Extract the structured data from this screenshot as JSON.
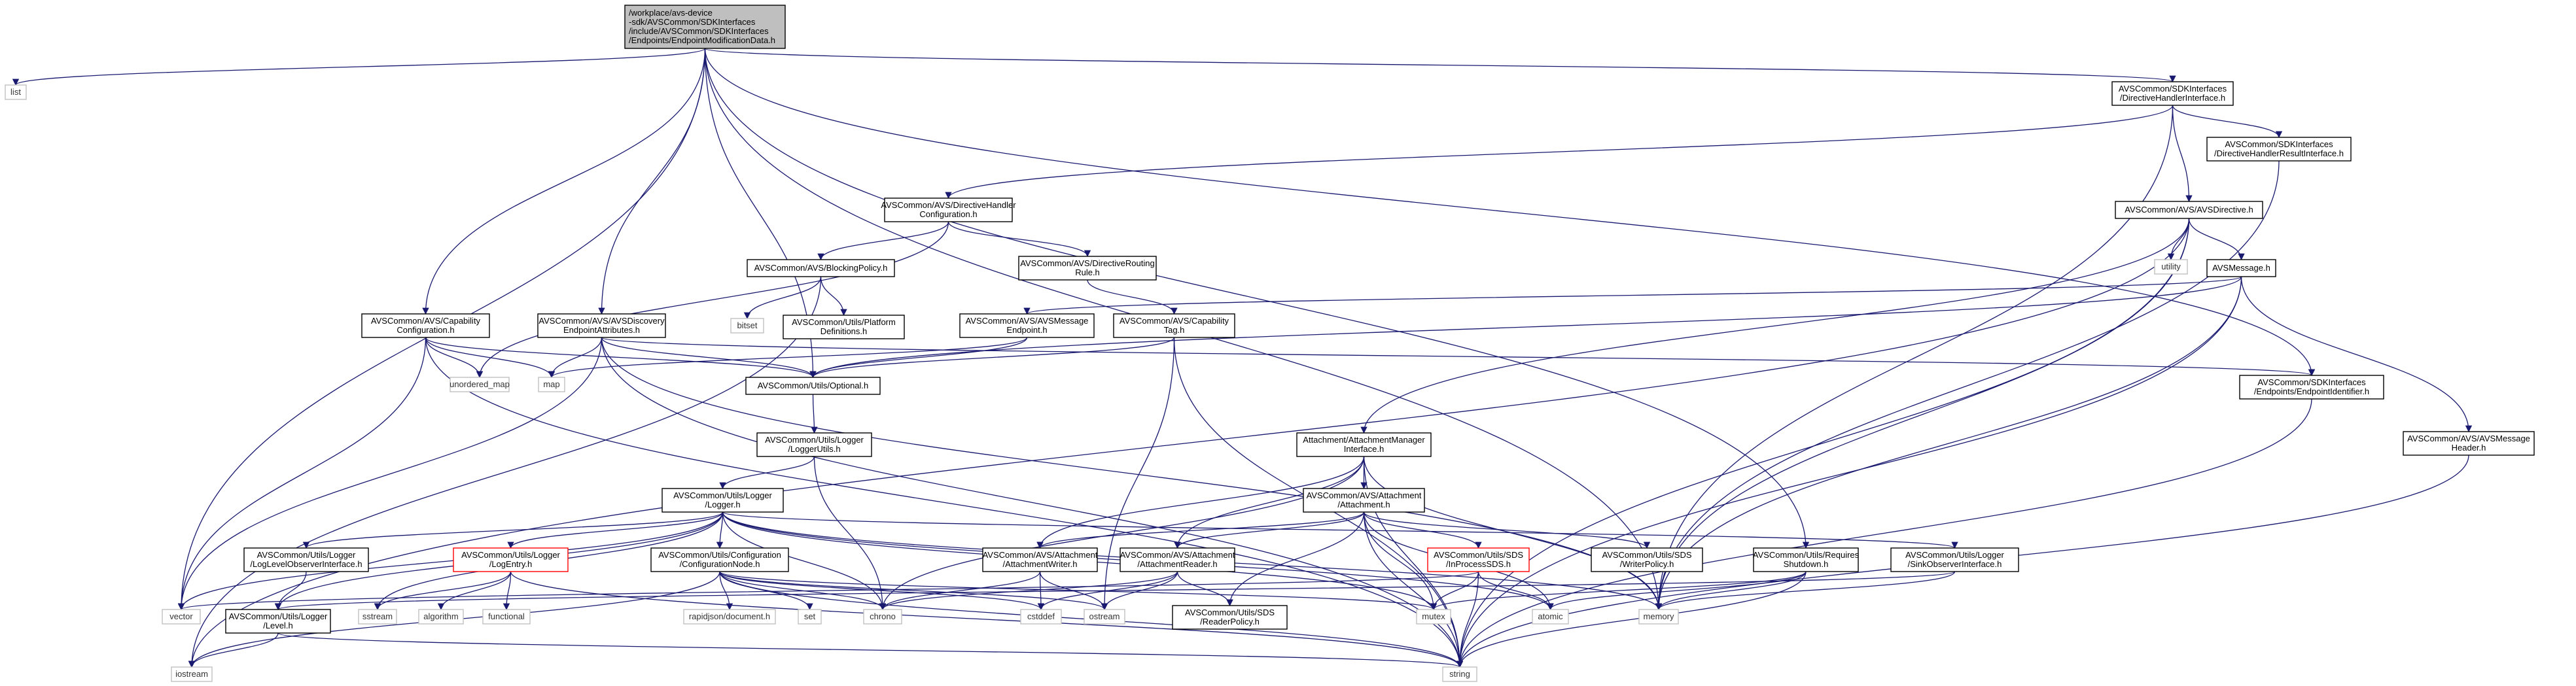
{
  "nodes": [
    {
      "id": "root",
      "lines": [
        "/workplace/avs-device",
        "-sdk/AVSCommon/SDKInterfaces",
        "/include/AVSCommon/SDKInterfaces",
        "/Endpoints/EndpointModificationData.h"
      ],
      "kind": "root"
    },
    {
      "id": "list",
      "lines": [
        "list"
      ],
      "kind": "std"
    },
    {
      "id": "vector",
      "lines": [
        "vector"
      ],
      "kind": "std"
    },
    {
      "id": "capcfg",
      "lines": [
        "AVSCommon/AVS/Capability",
        "Configuration.h"
      ],
      "kind": "normal"
    },
    {
      "id": "discattr",
      "lines": [
        "AVSCommon/AVS/AVSDiscovery",
        "EndpointAttributes.h"
      ],
      "kind": "normal"
    },
    {
      "id": "optional",
      "lines": [
        "AVSCommon/Utils/Optional.h"
      ],
      "kind": "normal"
    },
    {
      "id": "memory",
      "lines": [
        "memory"
      ],
      "kind": "std"
    },
    {
      "id": "reqshut",
      "lines": [
        "AVSCommon/Utils/Requires",
        "Shutdown.h"
      ],
      "kind": "normal"
    },
    {
      "id": "dhi",
      "lines": [
        "AVSCommon/SDKInterfaces",
        "/DirectiveHandlerInterface.h"
      ],
      "kind": "normal"
    },
    {
      "id": "dhri",
      "lines": [
        "AVSCommon/SDKInterfaces",
        "/DirectiveHandlerResultInterface.h"
      ],
      "kind": "normal"
    },
    {
      "id": "avsdir",
      "lines": [
        "AVSCommon/AVS/AVSDirective.h"
      ],
      "kind": "normal"
    },
    {
      "id": "dhcfg",
      "lines": [
        "AVSCommon/AVS/DirectiveHandler",
        "Configuration.h"
      ],
      "kind": "normal"
    },
    {
      "id": "blocking",
      "lines": [
        "AVSCommon/AVS/BlockingPolicy.h"
      ],
      "kind": "normal"
    },
    {
      "id": "routing",
      "lines": [
        "AVSCommon/AVS/DirectiveRouting",
        "Rule.h"
      ],
      "kind": "normal"
    },
    {
      "id": "bitset",
      "lines": [
        "bitset"
      ],
      "kind": "std"
    },
    {
      "id": "platform",
      "lines": [
        "AVSCommon/Utils/Platform",
        "Definitions.h"
      ],
      "kind": "normal"
    },
    {
      "id": "captag",
      "lines": [
        "AVSCommon/AVS/Capability",
        "Tag.h"
      ],
      "kind": "normal"
    },
    {
      "id": "avsmsgep",
      "lines": [
        "AVSCommon/AVS/AVSMessage",
        "Endpoint.h"
      ],
      "kind": "normal"
    },
    {
      "id": "avsmsg",
      "lines": [
        "AVSMessage.h"
      ],
      "kind": "normal"
    },
    {
      "id": "utility",
      "lines": [
        "utility"
      ],
      "kind": "std"
    },
    {
      "id": "endpointid",
      "lines": [
        "AVSCommon/SDKInterfaces",
        "/Endpoints/EndpointIdentifier.h"
      ],
      "kind": "normal"
    },
    {
      "id": "avsmsghdr",
      "lines": [
        "AVSCommon/AVS/AVSMessage",
        "Header.h"
      ],
      "kind": "normal"
    },
    {
      "id": "unordered",
      "lines": [
        "unordered_map"
      ],
      "kind": "std"
    },
    {
      "id": "map",
      "lines": [
        "map"
      ],
      "kind": "std"
    },
    {
      "id": "loggerutils",
      "lines": [
        "AVSCommon/Utils/Logger",
        "/LoggerUtils.h"
      ],
      "kind": "normal"
    },
    {
      "id": "logger",
      "lines": [
        "AVSCommon/Utils/Logger",
        "/Logger.h"
      ],
      "kind": "normal"
    },
    {
      "id": "attmgr",
      "lines": [
        "Attachment/AttachmentManager",
        "Interface.h"
      ],
      "kind": "normal"
    },
    {
      "id": "attach",
      "lines": [
        "AVSCommon/AVS/Attachment",
        "/Attachment.h"
      ],
      "kind": "normal"
    },
    {
      "id": "lloi",
      "lines": [
        "AVSCommon/Utils/Logger",
        "/LogLevelObserverInterface.h"
      ],
      "kind": "normal"
    },
    {
      "id": "logentry",
      "lines": [
        "AVSCommon/Utils/Logger",
        "/LogEntry.h"
      ],
      "kind": "red"
    },
    {
      "id": "confnode",
      "lines": [
        "AVSCommon/Utils/Configuration",
        "/ConfigurationNode.h"
      ],
      "kind": "normal"
    },
    {
      "id": "attwriter",
      "lines": [
        "AVSCommon/AVS/Attachment",
        "/AttachmentWriter.h"
      ],
      "kind": "normal"
    },
    {
      "id": "attreader",
      "lines": [
        "AVSCommon/AVS/Attachment",
        "/AttachmentReader.h"
      ],
      "kind": "normal"
    },
    {
      "id": "inproc",
      "lines": [
        "AVSCommon/Utils/SDS",
        "/InProcessSDS.h"
      ],
      "kind": "red"
    },
    {
      "id": "writerpol",
      "lines": [
        "AVSCommon/Utils/SDS",
        "/WriterPolicy.h"
      ],
      "kind": "normal"
    },
    {
      "id": "sinkobs",
      "lines": [
        "AVSCommon/Utils/Logger",
        "/SinkObserverInterface.h"
      ],
      "kind": "normal"
    },
    {
      "id": "level",
      "lines": [
        "AVSCommon/Utils/Logger",
        "/Level.h"
      ],
      "kind": "normal"
    },
    {
      "id": "sstream",
      "lines": [
        "sstream"
      ],
      "kind": "std"
    },
    {
      "id": "algorithm",
      "lines": [
        "algorithm"
      ],
      "kind": "std"
    },
    {
      "id": "functional",
      "lines": [
        "functional"
      ],
      "kind": "std"
    },
    {
      "id": "rapidjson",
      "lines": [
        "rapidjson/document.h"
      ],
      "kind": "std"
    },
    {
      "id": "set",
      "lines": [
        "set"
      ],
      "kind": "std"
    },
    {
      "id": "chrono",
      "lines": [
        "chrono"
      ],
      "kind": "std"
    },
    {
      "id": "cstddef",
      "lines": [
        "cstddef"
      ],
      "kind": "std"
    },
    {
      "id": "ostream",
      "lines": [
        "ostream"
      ],
      "kind": "std"
    },
    {
      "id": "readerpol",
      "lines": [
        "AVSCommon/Utils/SDS",
        "/ReaderPolicy.h"
      ],
      "kind": "normal"
    },
    {
      "id": "mutex",
      "lines": [
        "mutex"
      ],
      "kind": "std"
    },
    {
      "id": "atomic",
      "lines": [
        "atomic"
      ],
      "kind": "std"
    },
    {
      "id": "iostream",
      "lines": [
        "iostream"
      ],
      "kind": "std"
    },
    {
      "id": "string",
      "lines": [
        "string"
      ],
      "kind": "std"
    }
  ],
  "edges": [
    [
      "root",
      "list"
    ],
    [
      "root",
      "vector"
    ],
    [
      "root",
      "capcfg"
    ],
    [
      "root",
      "discattr"
    ],
    [
      "root",
      "optional"
    ],
    [
      "root",
      "memory"
    ],
    [
      "root",
      "reqshut"
    ],
    [
      "root",
      "dhi"
    ],
    [
      "root",
      "endpointid"
    ],
    [
      "dhi",
      "dhcfg"
    ],
    [
      "dhi",
      "dhri"
    ],
    [
      "dhi",
      "avsdir"
    ],
    [
      "dhi",
      "memory"
    ],
    [
      "dhri",
      "memory"
    ],
    [
      "avsdir",
      "iostream"
    ],
    [
      "avsdir",
      "utility"
    ],
    [
      "avsdir",
      "avsmsg"
    ],
    [
      "avsdir",
      "attmgr"
    ],
    [
      "avsdir",
      "memory"
    ],
    [
      "avsdir",
      "string"
    ],
    [
      "dhcfg",
      "blocking"
    ],
    [
      "dhcfg",
      "routing"
    ],
    [
      "dhcfg",
      "unordered"
    ],
    [
      "blocking",
      "bitset"
    ],
    [
      "blocking",
      "platform"
    ],
    [
      "blocking",
      "iostream"
    ],
    [
      "routing",
      "captag"
    ],
    [
      "captag",
      "optional"
    ],
    [
      "captag",
      "string"
    ],
    [
      "captag",
      "ostream"
    ],
    [
      "avsmsg",
      "avsmsgep"
    ],
    [
      "avsmsg",
      "avsmsghdr"
    ],
    [
      "avsmsg",
      "optional"
    ],
    [
      "avsmsg",
      "memory"
    ],
    [
      "avsmsg",
      "string"
    ],
    [
      "avsmsgep",
      "map"
    ],
    [
      "avsmsgep",
      "optional"
    ],
    [
      "endpointid",
      "string"
    ],
    [
      "avsmsghdr",
      "string"
    ],
    [
      "capcfg",
      "unordered"
    ],
    [
      "capcfg",
      "map"
    ],
    [
      "capcfg",
      "optional"
    ],
    [
      "capcfg",
      "vector"
    ],
    [
      "capcfg",
      "string"
    ],
    [
      "discattr",
      "endpointid"
    ],
    [
      "discattr",
      "map"
    ],
    [
      "discattr",
      "optional"
    ],
    [
      "discattr",
      "vector"
    ],
    [
      "discattr",
      "string"
    ],
    [
      "discattr",
      "memory"
    ],
    [
      "optional",
      "loggerutils"
    ],
    [
      "loggerutils",
      "logger"
    ],
    [
      "loggerutils",
      "chrono"
    ],
    [
      "logger",
      "lloi"
    ],
    [
      "logger",
      "logentry"
    ],
    [
      "logger",
      "confnode"
    ],
    [
      "logger",
      "level"
    ],
    [
      "logger",
      "sinkobs"
    ],
    [
      "logger",
      "sstream"
    ],
    [
      "logger",
      "chrono"
    ],
    [
      "logger",
      "mutex"
    ],
    [
      "logger",
      "atomic"
    ],
    [
      "logger",
      "vector"
    ],
    [
      "logger",
      "memory"
    ],
    [
      "lloi",
      "level"
    ],
    [
      "level",
      "iostream"
    ],
    [
      "level",
      "string"
    ],
    [
      "logentry",
      "sstream"
    ],
    [
      "logentry",
      "algorithm"
    ],
    [
      "logentry",
      "functional"
    ],
    [
      "logentry",
      "string"
    ],
    [
      "confnode",
      "rapidjson"
    ],
    [
      "confnode",
      "set"
    ],
    [
      "confnode",
      "chrono"
    ],
    [
      "confnode",
      "cstddef"
    ],
    [
      "confnode",
      "mutex"
    ],
    [
      "confnode",
      "string"
    ],
    [
      "confnode",
      "iostream"
    ],
    [
      "confnode",
      "ostream"
    ],
    [
      "attmgr",
      "attach"
    ],
    [
      "attmgr",
      "attwriter"
    ],
    [
      "attmgr",
      "attreader"
    ],
    [
      "attmgr",
      "chrono"
    ],
    [
      "attmgr",
      "memory"
    ],
    [
      "attmgr",
      "string"
    ],
    [
      "attach",
      "attwriter"
    ],
    [
      "attach",
      "attreader"
    ],
    [
      "attach",
      "inproc"
    ],
    [
      "attach",
      "writerpol"
    ],
    [
      "attach",
      "readerpol"
    ],
    [
      "attach",
      "mutex"
    ],
    [
      "attach",
      "atomic"
    ],
    [
      "attach",
      "string"
    ],
    [
      "attwriter",
      "cstddef"
    ],
    [
      "attwriter",
      "chrono"
    ],
    [
      "attwriter",
      "ostream"
    ],
    [
      "attreader",
      "readerpol"
    ],
    [
      "attreader",
      "chrono"
    ],
    [
      "attreader",
      "cstddef"
    ],
    [
      "attreader",
      "ostream"
    ],
    [
      "inproc",
      "mutex"
    ],
    [
      "inproc",
      "atomic"
    ],
    [
      "inproc",
      "vector"
    ],
    [
      "inproc",
      "string"
    ],
    [
      "reqshut",
      "memory"
    ],
    [
      "reqshut",
      "mutex"
    ],
    [
      "reqshut",
      "string"
    ],
    [
      "reqshut",
      "atomic"
    ],
    [
      "sinkobs",
      "memory"
    ],
    [
      "sinkobs",
      "level"
    ]
  ]
}
